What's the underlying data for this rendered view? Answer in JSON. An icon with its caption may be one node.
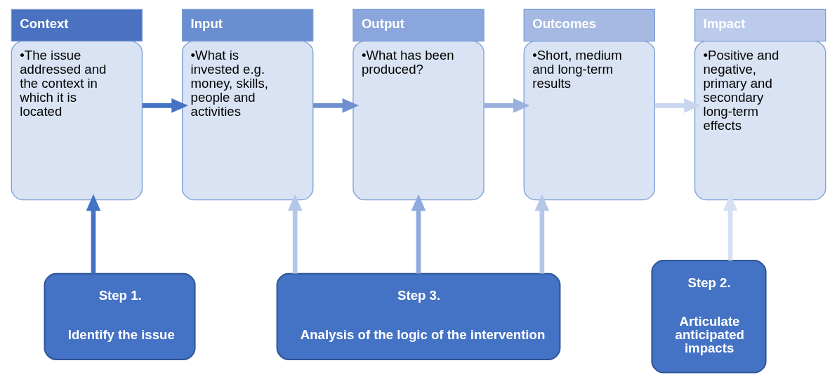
{
  "diagram": {
    "nodes": [
      {
        "text": [
          "Context",
          "•The issue addressed and the context in which it is located"
        ]
      },
      {
        "text": [
          "Input",
          "•What is invested e.g. money, skills, people and activities"
        ]
      },
      {
        "text": [
          "Output",
          "•What has been produced?"
        ]
      },
      {
        "text": [
          "Outcomes",
          "•Short, medium and long-term results"
        ]
      },
      {
        "text": [
          "Impact",
          "•Positive and negative, primary and secondary long-term effects"
        ]
      },
      {
        "text": [
          "Step 1.",
          "Identify the issue"
        ]
      },
      {
        "text": [
          "Step 2.",
          "Articulate anticipated impacts"
        ]
      },
      {
        "text": [
          "Step 3.",
          "Analysis of the logic of the intervention"
        ]
      }
    ],
    "edges": [
      {
        "from": 0,
        "to": 1,
        "arrow": "to",
        "color": "#4472c4"
      },
      {
        "from": 1,
        "to": 2,
        "arrow": "to",
        "color": "#6f8fd0"
      },
      {
        "from": 2,
        "to": 3,
        "arrow": "to",
        "color": "#9ab0df"
      },
      {
        "from": 3,
        "to": 4,
        "arrow": "to",
        "color": "#c9d5ef"
      },
      {
        "from": 5,
        "to": 0,
        "arrow": "to",
        "color": "#4472c4"
      },
      {
        "from": 7,
        "to": 1,
        "arrow": "to",
        "color": "#b4c7e7"
      },
      {
        "from": 7,
        "to": 2,
        "arrow": "to",
        "color": "#8faadc"
      },
      {
        "from": 7,
        "to": 3,
        "arrow": "to",
        "color": "#b4c7e7"
      },
      {
        "from": 6,
        "to": 4,
        "arrow": "to",
        "color": "#d6e0f3"
      }
    ]
  }
}
